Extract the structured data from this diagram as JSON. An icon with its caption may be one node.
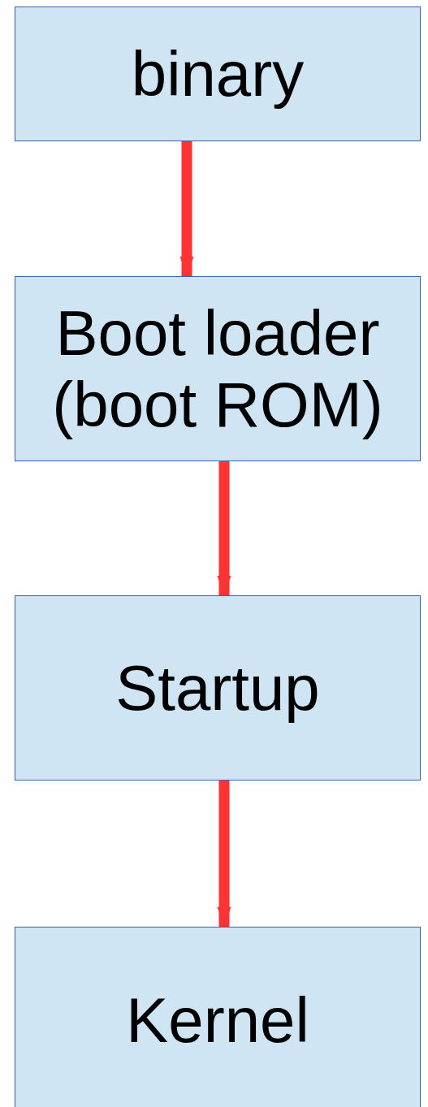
{
  "diagram": {
    "nodes": [
      {
        "text": [
          "binary"
        ]
      },
      {
        "text": [
          "Boot loader (boot ROM)"
        ]
      },
      {
        "text": [
          "Startup"
        ]
      },
      {
        "text": [
          "Kernel"
        ]
      }
    ],
    "edges": [
      {
        "from": 0,
        "to": 1,
        "arrow": "to"
      },
      {
        "from": 1,
        "to": 2,
        "arrow": "to"
      },
      {
        "from": 2,
        "to": 3,
        "arrow": "to"
      }
    ]
  }
}
